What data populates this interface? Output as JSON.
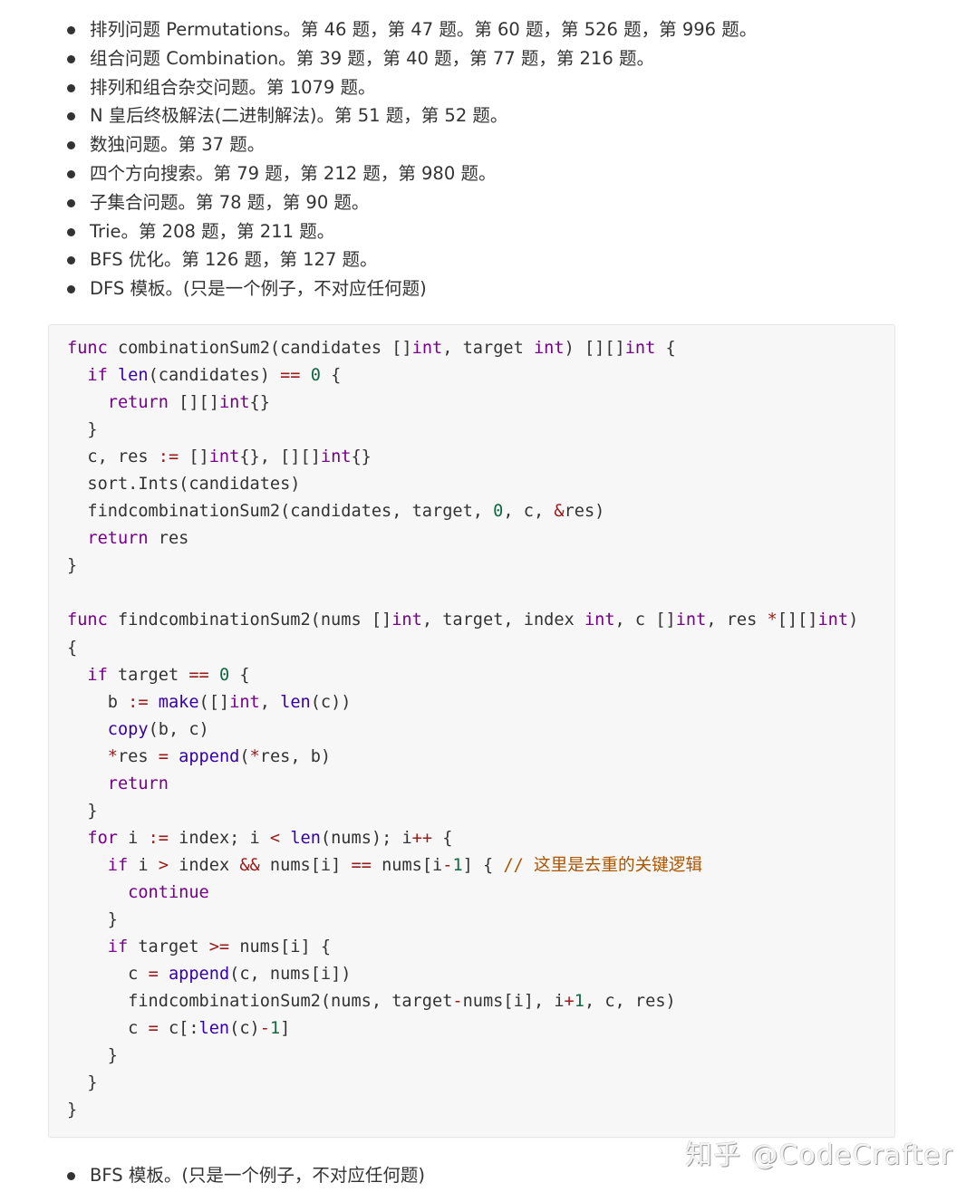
{
  "topics": [
    "排列问题 Permutations。第 46 题，第 47 题。第 60 题，第 526 题，第 996 题。",
    "组合问题 Combination。第 39 题，第 40 题，第 77 题，第 216 题。",
    "排列和组合杂交问题。第 1079 题。",
    "N 皇后终极解法(二进制解法)。第 51 题，第 52 题。",
    "数独问题。第 37 题。",
    "四个方向搜索。第 79 题，第 212 题，第 980 题。",
    "子集合问题。第 78 题，第 90 题。",
    "Trie。第 208 题，第 211 题。",
    "BFS 优化。第 126 题，第 127 题。",
    "DFS 模板。(只是一个例子，不对应任何题)"
  ],
  "code": {
    "language": "go",
    "lines": [
      [
        [
          "kw",
          "func"
        ],
        [
          "plain",
          " combinationSum2(candidates []"
        ],
        [
          "type",
          "int"
        ],
        [
          "plain",
          ", target "
        ],
        [
          "type",
          "int"
        ],
        [
          "plain",
          ") [][]"
        ],
        [
          "type",
          "int"
        ],
        [
          "plain",
          " {"
        ]
      ],
      [
        [
          "plain",
          "  "
        ],
        [
          "kw",
          "if"
        ],
        [
          "plain",
          " "
        ],
        [
          "builtin",
          "len"
        ],
        [
          "plain",
          "(candidates) "
        ],
        [
          "op",
          "=="
        ],
        [
          "plain",
          " "
        ],
        [
          "num",
          "0"
        ],
        [
          "plain",
          " {"
        ]
      ],
      [
        [
          "plain",
          "    "
        ],
        [
          "kw",
          "return"
        ],
        [
          "plain",
          " [][]"
        ],
        [
          "type",
          "int"
        ],
        [
          "plain",
          "{}"
        ]
      ],
      [
        [
          "plain",
          "  }"
        ]
      ],
      [
        [
          "plain",
          "  c, res "
        ],
        [
          "op",
          ":="
        ],
        [
          "plain",
          " []"
        ],
        [
          "type",
          "int"
        ],
        [
          "plain",
          "{}, [][]"
        ],
        [
          "type",
          "int"
        ],
        [
          "plain",
          "{}"
        ]
      ],
      [
        [
          "plain",
          "  sort.Ints(candidates)"
        ]
      ],
      [
        [
          "plain",
          "  findcombinationSum2(candidates, target, "
        ],
        [
          "num",
          "0"
        ],
        [
          "plain",
          ", c, "
        ],
        [
          "op",
          "&"
        ],
        [
          "plain",
          "res)"
        ]
      ],
      [
        [
          "plain",
          "  "
        ],
        [
          "kw",
          "return"
        ],
        [
          "plain",
          " res"
        ]
      ],
      [
        [
          "plain",
          "}"
        ]
      ],
      [
        [
          "plain",
          ""
        ]
      ],
      [
        [
          "kw",
          "func"
        ],
        [
          "plain",
          " findcombinationSum2(nums []"
        ],
        [
          "type",
          "int"
        ],
        [
          "plain",
          ", target, index "
        ],
        [
          "type",
          "int"
        ],
        [
          "plain",
          ", c []"
        ],
        [
          "type",
          "int"
        ],
        [
          "plain",
          ", res "
        ],
        [
          "op",
          "*"
        ],
        [
          "plain",
          "[][]"
        ],
        [
          "type",
          "int"
        ],
        [
          "plain",
          ")"
        ]
      ],
      [
        [
          "plain",
          "{"
        ]
      ],
      [
        [
          "plain",
          "  "
        ],
        [
          "kw",
          "if"
        ],
        [
          "plain",
          " target "
        ],
        [
          "op",
          "=="
        ],
        [
          "plain",
          " "
        ],
        [
          "num",
          "0"
        ],
        [
          "plain",
          " {"
        ]
      ],
      [
        [
          "plain",
          "    b "
        ],
        [
          "op",
          ":="
        ],
        [
          "plain",
          " "
        ],
        [
          "builtin",
          "make"
        ],
        [
          "plain",
          "([]"
        ],
        [
          "type",
          "int"
        ],
        [
          "plain",
          ", "
        ],
        [
          "builtin",
          "len"
        ],
        [
          "plain",
          "(c))"
        ]
      ],
      [
        [
          "plain",
          "    "
        ],
        [
          "builtin",
          "copy"
        ],
        [
          "plain",
          "(b, c)"
        ]
      ],
      [
        [
          "plain",
          "    "
        ],
        [
          "op",
          "*"
        ],
        [
          "plain",
          "res "
        ],
        [
          "op",
          "="
        ],
        [
          "plain",
          " "
        ],
        [
          "builtin",
          "append"
        ],
        [
          "plain",
          "("
        ],
        [
          "op",
          "*"
        ],
        [
          "plain",
          "res, b)"
        ]
      ],
      [
        [
          "plain",
          "    "
        ],
        [
          "kw",
          "return"
        ]
      ],
      [
        [
          "plain",
          "  }"
        ]
      ],
      [
        [
          "plain",
          "  "
        ],
        [
          "kw",
          "for"
        ],
        [
          "plain",
          " i "
        ],
        [
          "op",
          ":="
        ],
        [
          "plain",
          " index; i "
        ],
        [
          "op",
          "<"
        ],
        [
          "plain",
          " "
        ],
        [
          "builtin",
          "len"
        ],
        [
          "plain",
          "(nums); i"
        ],
        [
          "op",
          "++"
        ],
        [
          "plain",
          " {"
        ]
      ],
      [
        [
          "plain",
          "    "
        ],
        [
          "kw",
          "if"
        ],
        [
          "plain",
          " i "
        ],
        [
          "op",
          ">"
        ],
        [
          "plain",
          " index "
        ],
        [
          "op",
          "&&"
        ],
        [
          "plain",
          " nums[i] "
        ],
        [
          "op",
          "=="
        ],
        [
          "plain",
          " nums[i"
        ],
        [
          "op",
          "-"
        ],
        [
          "num",
          "1"
        ],
        [
          "plain",
          "] { "
        ],
        [
          "comment",
          "// 这里是去重的关键逻辑"
        ]
      ],
      [
        [
          "plain",
          "      "
        ],
        [
          "kw",
          "continue"
        ]
      ],
      [
        [
          "plain",
          "    }"
        ]
      ],
      [
        [
          "plain",
          "    "
        ],
        [
          "kw",
          "if"
        ],
        [
          "plain",
          " target "
        ],
        [
          "op",
          ">="
        ],
        [
          "plain",
          " nums[i] {"
        ]
      ],
      [
        [
          "plain",
          "      c "
        ],
        [
          "op",
          "="
        ],
        [
          "plain",
          " "
        ],
        [
          "builtin",
          "append"
        ],
        [
          "plain",
          "(c, nums[i])"
        ]
      ],
      [
        [
          "plain",
          "      findcombinationSum2(nums, target"
        ],
        [
          "op",
          "-"
        ],
        [
          "plain",
          "nums[i], i"
        ],
        [
          "op",
          "+"
        ],
        [
          "num",
          "1"
        ],
        [
          "plain",
          ", c, res)"
        ]
      ],
      [
        [
          "plain",
          "      c "
        ],
        [
          "op",
          "="
        ],
        [
          "plain",
          " c[:"
        ],
        [
          "builtin",
          "len"
        ],
        [
          "plain",
          "(c)"
        ],
        [
          "op",
          "-"
        ],
        [
          "num",
          "1"
        ],
        [
          "plain",
          "]"
        ]
      ],
      [
        [
          "plain",
          "    }"
        ]
      ],
      [
        [
          "plain",
          "  }"
        ]
      ],
      [
        [
          "plain",
          "}"
        ]
      ]
    ]
  },
  "after_topics": [
    "BFS 模板。(只是一个例子，不对应任何题)"
  ],
  "watermark": "知乎 @CodeCrafter",
  "colors": {
    "keyword": "#770088",
    "builtin": "#3300aa",
    "number": "#116644",
    "operator": "#981a1a",
    "comment": "#aa5500",
    "text": "#333333",
    "code_bg": "#f7f7f7"
  }
}
